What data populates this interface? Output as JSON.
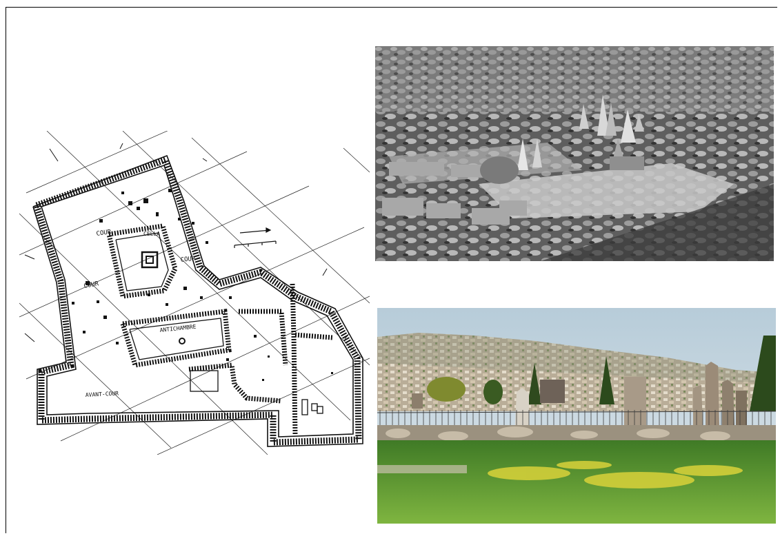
{
  "plan": {
    "labels": {
      "cella": "CELLA",
      "cour_top": "COUR",
      "cour_right": "COUR",
      "cour_left": "COUR",
      "antichambre": "ANTICHAMBRE",
      "avant_cour": "AVANT-COUR"
    }
  },
  "photos": {
    "top": {
      "tone": "black-and-white"
    },
    "bottom": {
      "tone": "color"
    }
  },
  "colors": {
    "ink": "#111111",
    "paper": "#ffffff",
    "sky": "#cfdbe3",
    "grass": "#6aa338",
    "stone": "#b8ab95"
  }
}
